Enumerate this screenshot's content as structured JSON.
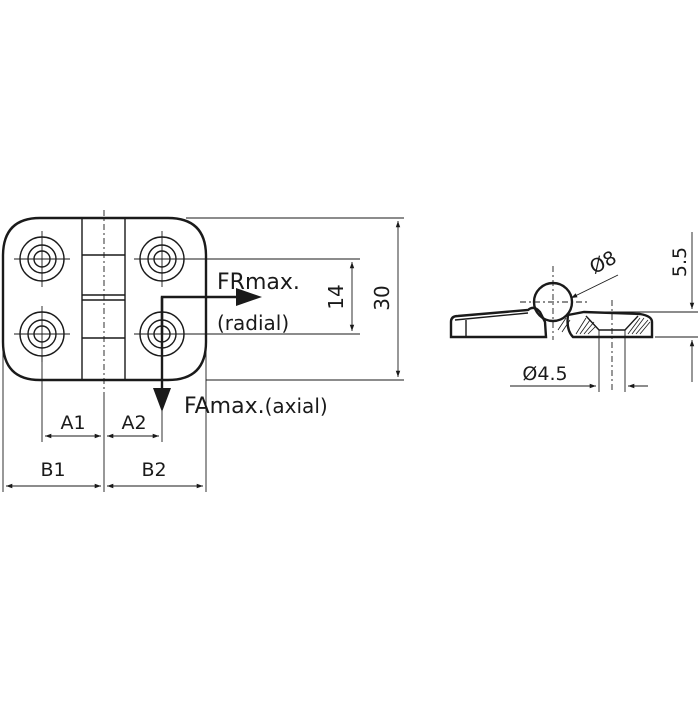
{
  "labels": {
    "dim_14": "14",
    "dim_30": "30",
    "dim_5_5": "5.5",
    "dim_d8": "Ø8",
    "dim_d4_5": "Ø4.5",
    "dim_a1": "A1",
    "dim_a2": "A2",
    "dim_b1": "B1",
    "dim_b2": "B2",
    "force_radial": "FRmax.",
    "force_radial_note": "(radial)",
    "force_axial": "FAmax.",
    "force_axial_note": "(axial)"
  },
  "colors": {
    "line": "#1a1a1a",
    "background": "#ffffff"
  }
}
